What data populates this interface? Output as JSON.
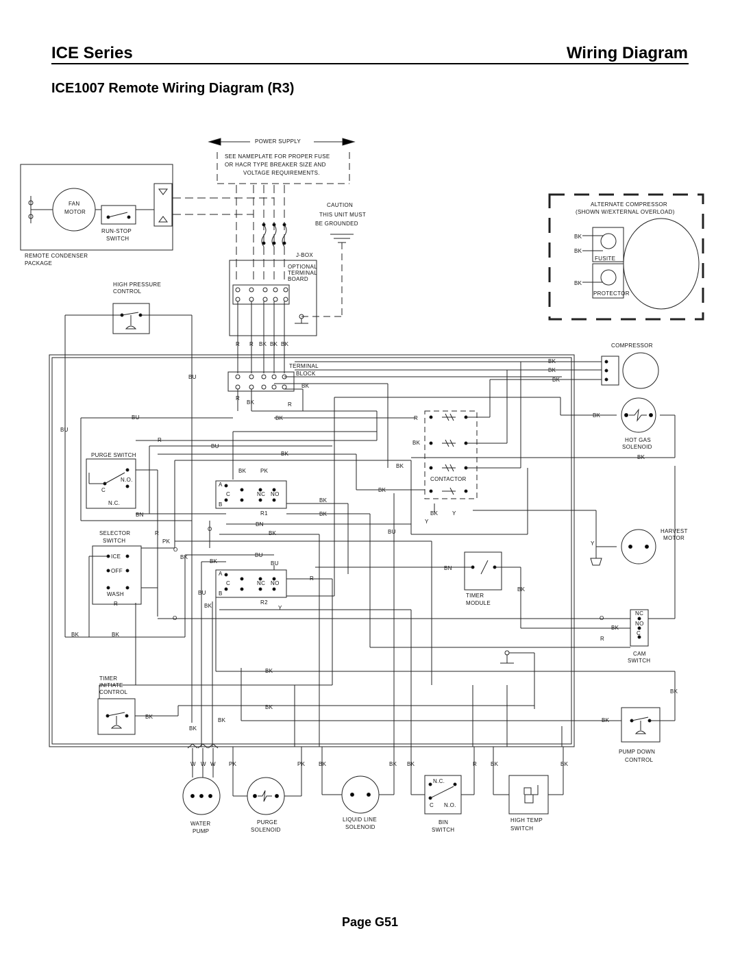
{
  "header": {
    "series": "ICE Series",
    "section": "Wiring Diagram",
    "subtitle": "ICE1007 Remote Wiring Diagram (R3)"
  },
  "footer": {
    "page": "Page G51"
  },
  "labels": {
    "power_supply": "POWER SUPPLY",
    "supply_note_1": "SEE NAMEPLATE FOR PROPER FUSE",
    "supply_note_2": "OR HACR TYPE BREAKER SIZE AND",
    "supply_note_3": "VOLTAGE REQUIREMENTS.",
    "caution_1": "CAUTION",
    "caution_2": "THIS UNIT MUST",
    "caution_3": "BE GROUNDED",
    "fan_1": "FAN",
    "fan_2": "MOTOR",
    "runstop_1": "RUN-STOP",
    "runstop_2": "SWITCH",
    "condenser_1": "REMOTE CONDENSER",
    "condenser_2": "PACKAGE",
    "jbox": "J-BOX",
    "optional_1": "OPTIONAL",
    "optional_2": "TERMINAL",
    "optional_3": "BOARD",
    "hp_1": "HIGH PRESSURE",
    "hp_2": "CONTROL",
    "alt_1": "ALTERNATE COMPRESSOR",
    "alt_2": "(SHOWN W/EXTERNAL OVERLOAD)",
    "fusite": "FUSITE",
    "protector": "PROTECTOR",
    "compressor": "COMPRESSOR",
    "terminal_1": "TERMINAL",
    "terminal_2": "BLOCK",
    "hotgas_1": "HOT GAS",
    "hotgas_2": "SOLENOID",
    "purge_switch": "PURGE SWITCH",
    "contactor": "CONTACTOR",
    "r1": "R1",
    "r2": "R2",
    "selector_1": "SELECTOR",
    "selector_2": "SWITCH",
    "ice": "ICE",
    "off": "OFF",
    "wash": "WASH",
    "harvest_1": "HARVEST",
    "harvest_2": "MOTOR",
    "timer_1": "TIMER",
    "timer_2": "MODULE",
    "cam_1": "CAM",
    "cam_2": "SWITCH",
    "tic_1": "TIMER",
    "tic_2": "INITIATE",
    "tic_3": "CONTROL",
    "pumpdown_1": "PUMP DOWN",
    "pumpdown_2": "CONTROL",
    "water_1": "WATER",
    "water_2": "PUMP",
    "purge_1": "PURGE",
    "purge_2": "SOLENOID",
    "liquid_1": "LIQUID LINE",
    "liquid_2": "SOLENOID",
    "bin_1": "BIN",
    "bin_2": "SWITCH",
    "hightemp_1": "HIGH TEMP",
    "hightemp_2": "SWITCH",
    "nc": "NC",
    "no": "NO",
    "c": "C",
    "n_c": "N.C.",
    "n_o": "N.O.",
    "a": "A",
    "b": "B"
  },
  "wire_codes": {
    "black": "BK",
    "red": "R",
    "blue": "BU",
    "brown": "BN",
    "pink": "PK",
    "orange": "O",
    "yellow": "Y",
    "white": "W"
  }
}
